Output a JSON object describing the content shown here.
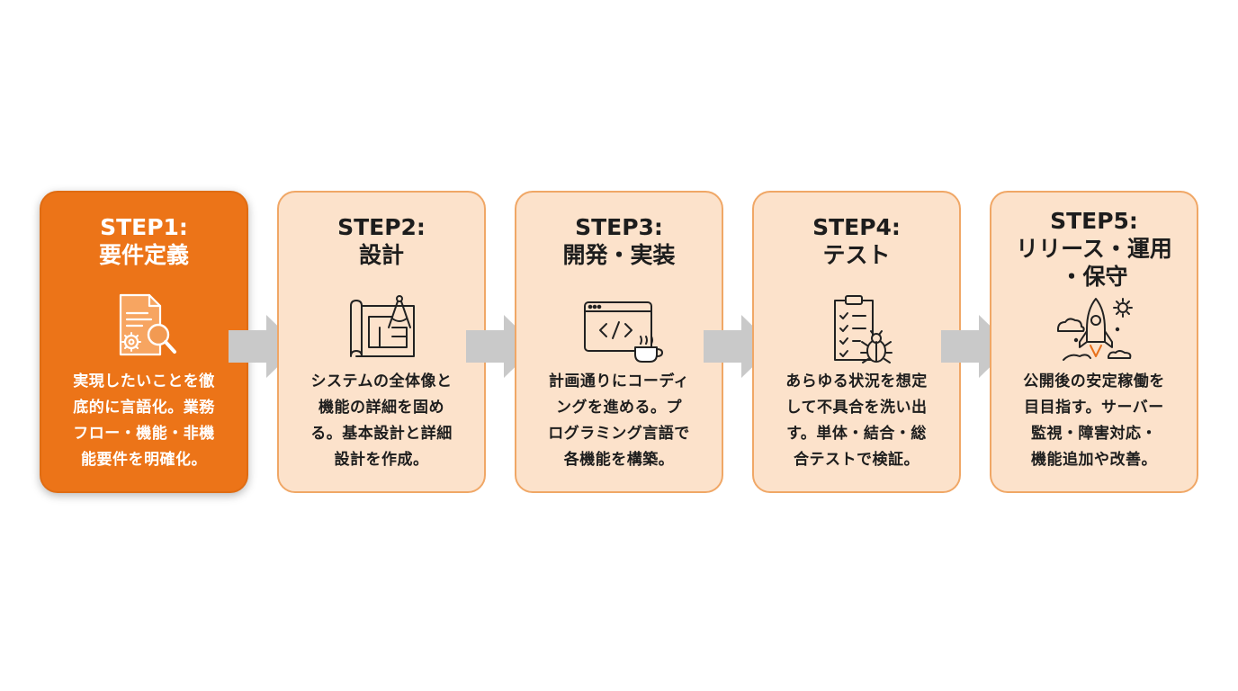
{
  "steps": [
    {
      "title_lines": [
        "STEP1:",
        "要件定義"
      ],
      "icon": "document-search-gear-icon",
      "desc_lines": [
        "実現したいことを徹",
        "底的に言語化。業務",
        "フロー・機能・非機",
        "能要件を明確化。"
      ],
      "active": true
    },
    {
      "title_lines": [
        "STEP2:",
        "設計"
      ],
      "icon": "blueprint-compass-icon",
      "desc_lines": [
        "システムの全体像と",
        "機能の詳細を固め",
        "る。基本設計と詳細",
        "設計を作成。"
      ],
      "active": false
    },
    {
      "title_lines": [
        "STEP3:",
        "開発・実装"
      ],
      "icon": "code-window-coffee-icon",
      "desc_lines": [
        "計画通りにコーディ",
        "ングを進める。プ",
        "ログラミング言語で",
        "各機能を構築。"
      ],
      "active": false
    },
    {
      "title_lines": [
        "STEP4:",
        "テスト"
      ],
      "icon": "checklist-bug-icon",
      "desc_lines": [
        "あらゆる状況を想定",
        "して不具合を洗い出",
        "す。単体・結合・総",
        "合テストで検証。"
      ],
      "active": false
    },
    {
      "title_lines": [
        "STEP5:",
        "リリース・運用",
        "・保守"
      ],
      "icon": "rocket-gear-icon",
      "desc_lines": [
        "公開後の安定稼働を",
        "目目指す。サーバー",
        "監視・障害対応・",
        "機能追加や改善。"
      ],
      "active": false
    }
  ],
  "colors": {
    "active_fill": "#EC7418",
    "card_fill": "#FCE2CB",
    "card_border": "#F0A766",
    "arrow": "#C9C9C9",
    "icon_stroke": "#222222",
    "icon_accent": "#E8701A"
  }
}
